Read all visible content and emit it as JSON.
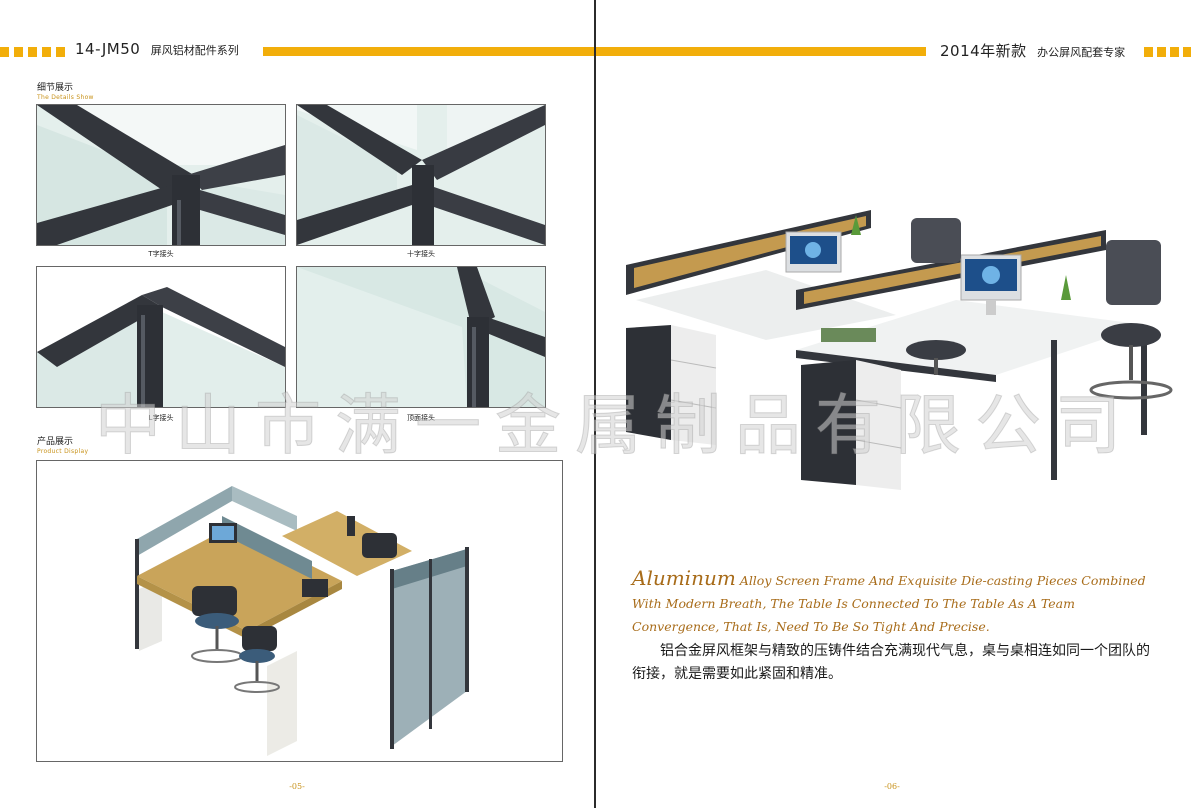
{
  "left_page": {
    "header": {
      "code": "14-JM50",
      "title": "屏风铝材配件系列"
    },
    "details_section": {
      "title": "细节展示",
      "subtitle": "The Details Show"
    },
    "details": [
      {
        "caption": "T字接头",
        "icon": "t-joint-photo"
      },
      {
        "caption": "十字接头",
        "icon": "cross-joint-photo"
      },
      {
        "caption": "L字接头",
        "icon": "l-joint-photo"
      },
      {
        "caption": "顶面接头",
        "icon": "top-joint-photo"
      }
    ],
    "product_section": {
      "title": "产品展示",
      "subtitle": "Product Display"
    },
    "page_number": "-05-"
  },
  "right_page": {
    "header": {
      "year_title": "2014年新款",
      "subtitle": "办公屏风配套专家"
    },
    "english_lead": "Aluminum",
    "english_text": " Alloy Screen Frame And Exquisite Die-casting Pieces Combined With Modern Breath, The Table Is Connected To The Table As A Team Convergence, That Is, Need To Be So Tight And Precise.",
    "chinese_text": "铝合金屏风框架与精致的压铸件结合充满现代气息，桌与桌相连如同一个团队的衔接，就是需要如此紧固和精准。",
    "page_number": "-06-"
  },
  "watermark": "中山市满一金属制品有限公司",
  "colors": {
    "accent": "#f2ae0a",
    "frame": "#33363c",
    "wood": "#c9a45a",
    "glass": "#eaf2f0"
  }
}
